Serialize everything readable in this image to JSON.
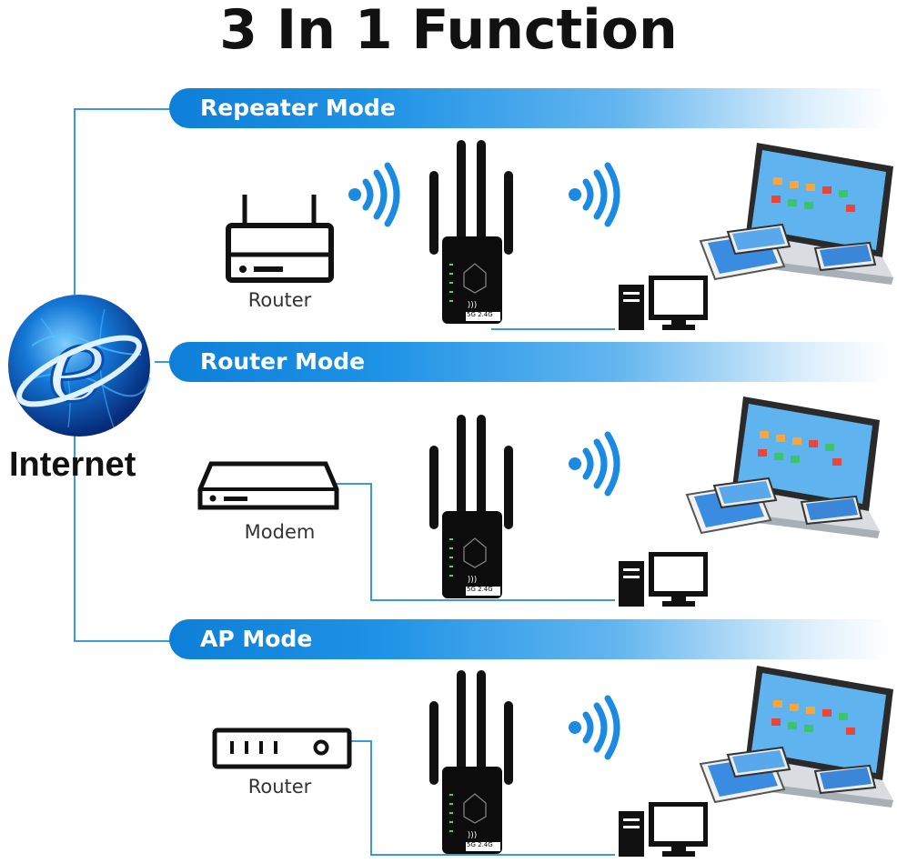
{
  "title": "3 In 1 Function",
  "internet_label": "Internet",
  "modes": [
    {
      "label": "Repeater Mode",
      "device_label": "Router"
    },
    {
      "label": "Router Mode",
      "device_label": "Modem"
    },
    {
      "label": "AP Mode",
      "device_label": "Router"
    }
  ],
  "extender_badge": {
    "left": "5G",
    "right": "2.4G"
  },
  "colors": {
    "accent": "#1a8ae2",
    "line": "#3d9ad9",
    "device": "#111111"
  }
}
